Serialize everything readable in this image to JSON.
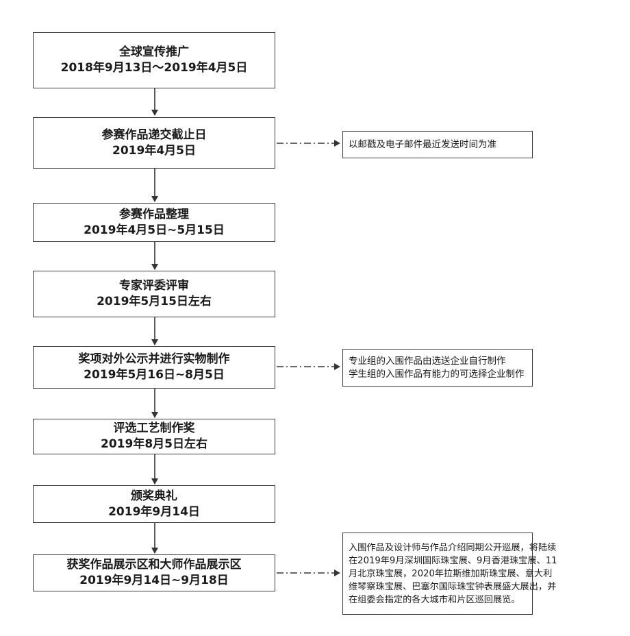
{
  "steps": [
    {
      "title": "全球宣传推广",
      "date": "2018年9月13日～2019年4月5日"
    },
    {
      "title": "参赛作品递交截止日",
      "date": "2019年4月5日"
    },
    {
      "title": "参赛作品整理",
      "date": "2019年4月5日~5月15日"
    },
    {
      "title": "专家评委评审",
      "date": "2019年5月15日左右"
    },
    {
      "title": "奖项对外公示并进行实物制作",
      "date": "2019年5月16日~8月5日"
    },
    {
      "title": "评选工艺制作奖",
      "date": "2019年8月5日左右"
    },
    {
      "title": "颁奖典礼",
      "date": "2019年9月14日"
    },
    {
      "title": "获奖作品展示区和大师作品展示区",
      "date": "2019年9月14日~9月18日"
    }
  ],
  "notes": [
    {
      "lines": [
        "以邮戳及电子邮件最近发送时间为准"
      ]
    },
    {
      "lines": [
        "专业组的入围作品由选送企业自行制作",
        "学生组的入围作品有能力的可选择企业制作"
      ]
    },
    {
      "lines": [
        "入围作品及设计师与作品介绍同期公开巡展，将陆续",
        "在2019年9月深圳国际珠宝展、9月香港珠宝展、11",
        "月北京珠宝展，2020年拉斯维加斯珠宝展、意大利",
        "维琴察珠宝展、巴塞尔国际珠宝钟表展盛大展出，并",
        "在组委会指定的各大城市和片区巡回展览。"
      ]
    }
  ]
}
